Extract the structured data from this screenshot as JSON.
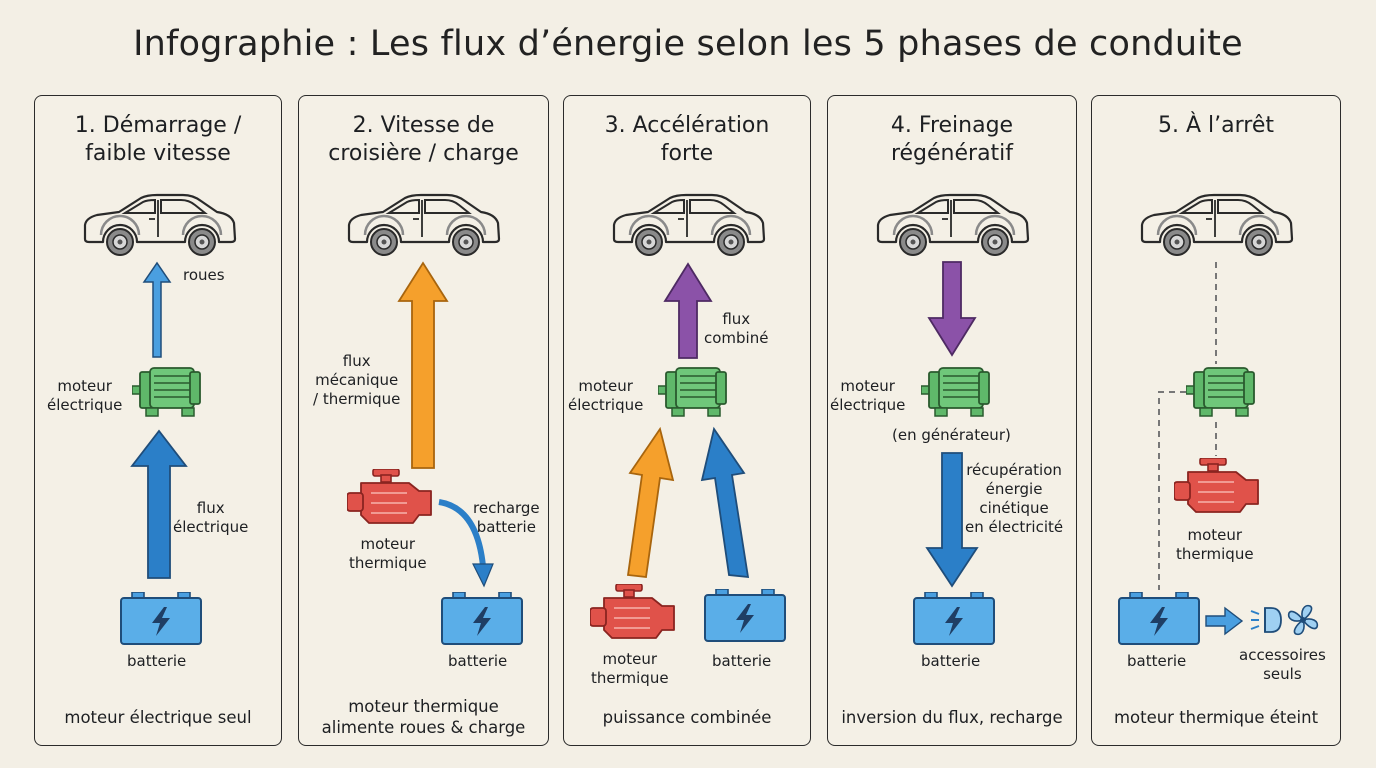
{
  "title": "Infographie : Les flux d’énergie selon les 5 phases de conduite",
  "icons": {
    "car": "car-icon",
    "motor": "electric-motor-icon",
    "engine": "combustion-engine-icon",
    "battery": "battery-icon",
    "accessories": "headlight-and-fan-icon"
  },
  "colors": {
    "electric_flow": "#2b7fc8",
    "mechanical_flow": "#f5a02c",
    "combined_flow": "#8b52a8",
    "motor": "#5fb86a",
    "engine": "#e0524a",
    "battery": "#4a9fe0",
    "outline": "#2a2a2a"
  },
  "phases": [
    {
      "title_line1": "1. Démarrage /",
      "title_line2": "faible vitesse",
      "label_roues": "roues",
      "label_motor_1": "moteur",
      "label_motor_2": "électrique",
      "label_flow_1": "flux",
      "label_flow_2": "électrique",
      "label_battery": "batterie",
      "caption": "moteur électrique seul"
    },
    {
      "title_line1": "2. Vitesse de",
      "title_line2": "croisière / charge",
      "label_flow_1": "flux",
      "label_flow_2": "mécanique",
      "label_flow_3": "/ thermique",
      "label_recharge_1": "recharge",
      "label_recharge_2": "batterie",
      "label_engine_1": "moteur",
      "label_engine_2": "thermique",
      "label_battery": "batterie",
      "caption_line1": "moteur thermique",
      "caption_line2": "alimente roues & charge"
    },
    {
      "title_line1": "3. Accélération",
      "title_line2": "forte",
      "label_flow_1": "flux",
      "label_flow_2": "combiné",
      "label_motor_1": "moteur",
      "label_motor_2": "électrique",
      "label_engine_1": "moteur",
      "label_engine_2": "thermique",
      "label_battery": "batterie",
      "caption": "puissance combinée"
    },
    {
      "title_line1": "4. Freinage",
      "title_line2": "régénératif",
      "label_motor_1": "moteur",
      "label_motor_2": "électrique",
      "label_generator": "(en générateur)",
      "label_recup_1": "récupération",
      "label_recup_2": "énergie",
      "label_recup_3": "cinétique",
      "label_recup_4": "en électricité",
      "label_battery": "batterie",
      "caption": "inversion du flux, recharge"
    },
    {
      "title_line1": "5. À l’arrêt",
      "label_engine_1": "moteur",
      "label_engine_2": "thermique",
      "label_battery": "batterie",
      "label_acc_1": "accessoires",
      "label_acc_2": "seuls",
      "caption": "moteur thermique éteint"
    }
  ]
}
